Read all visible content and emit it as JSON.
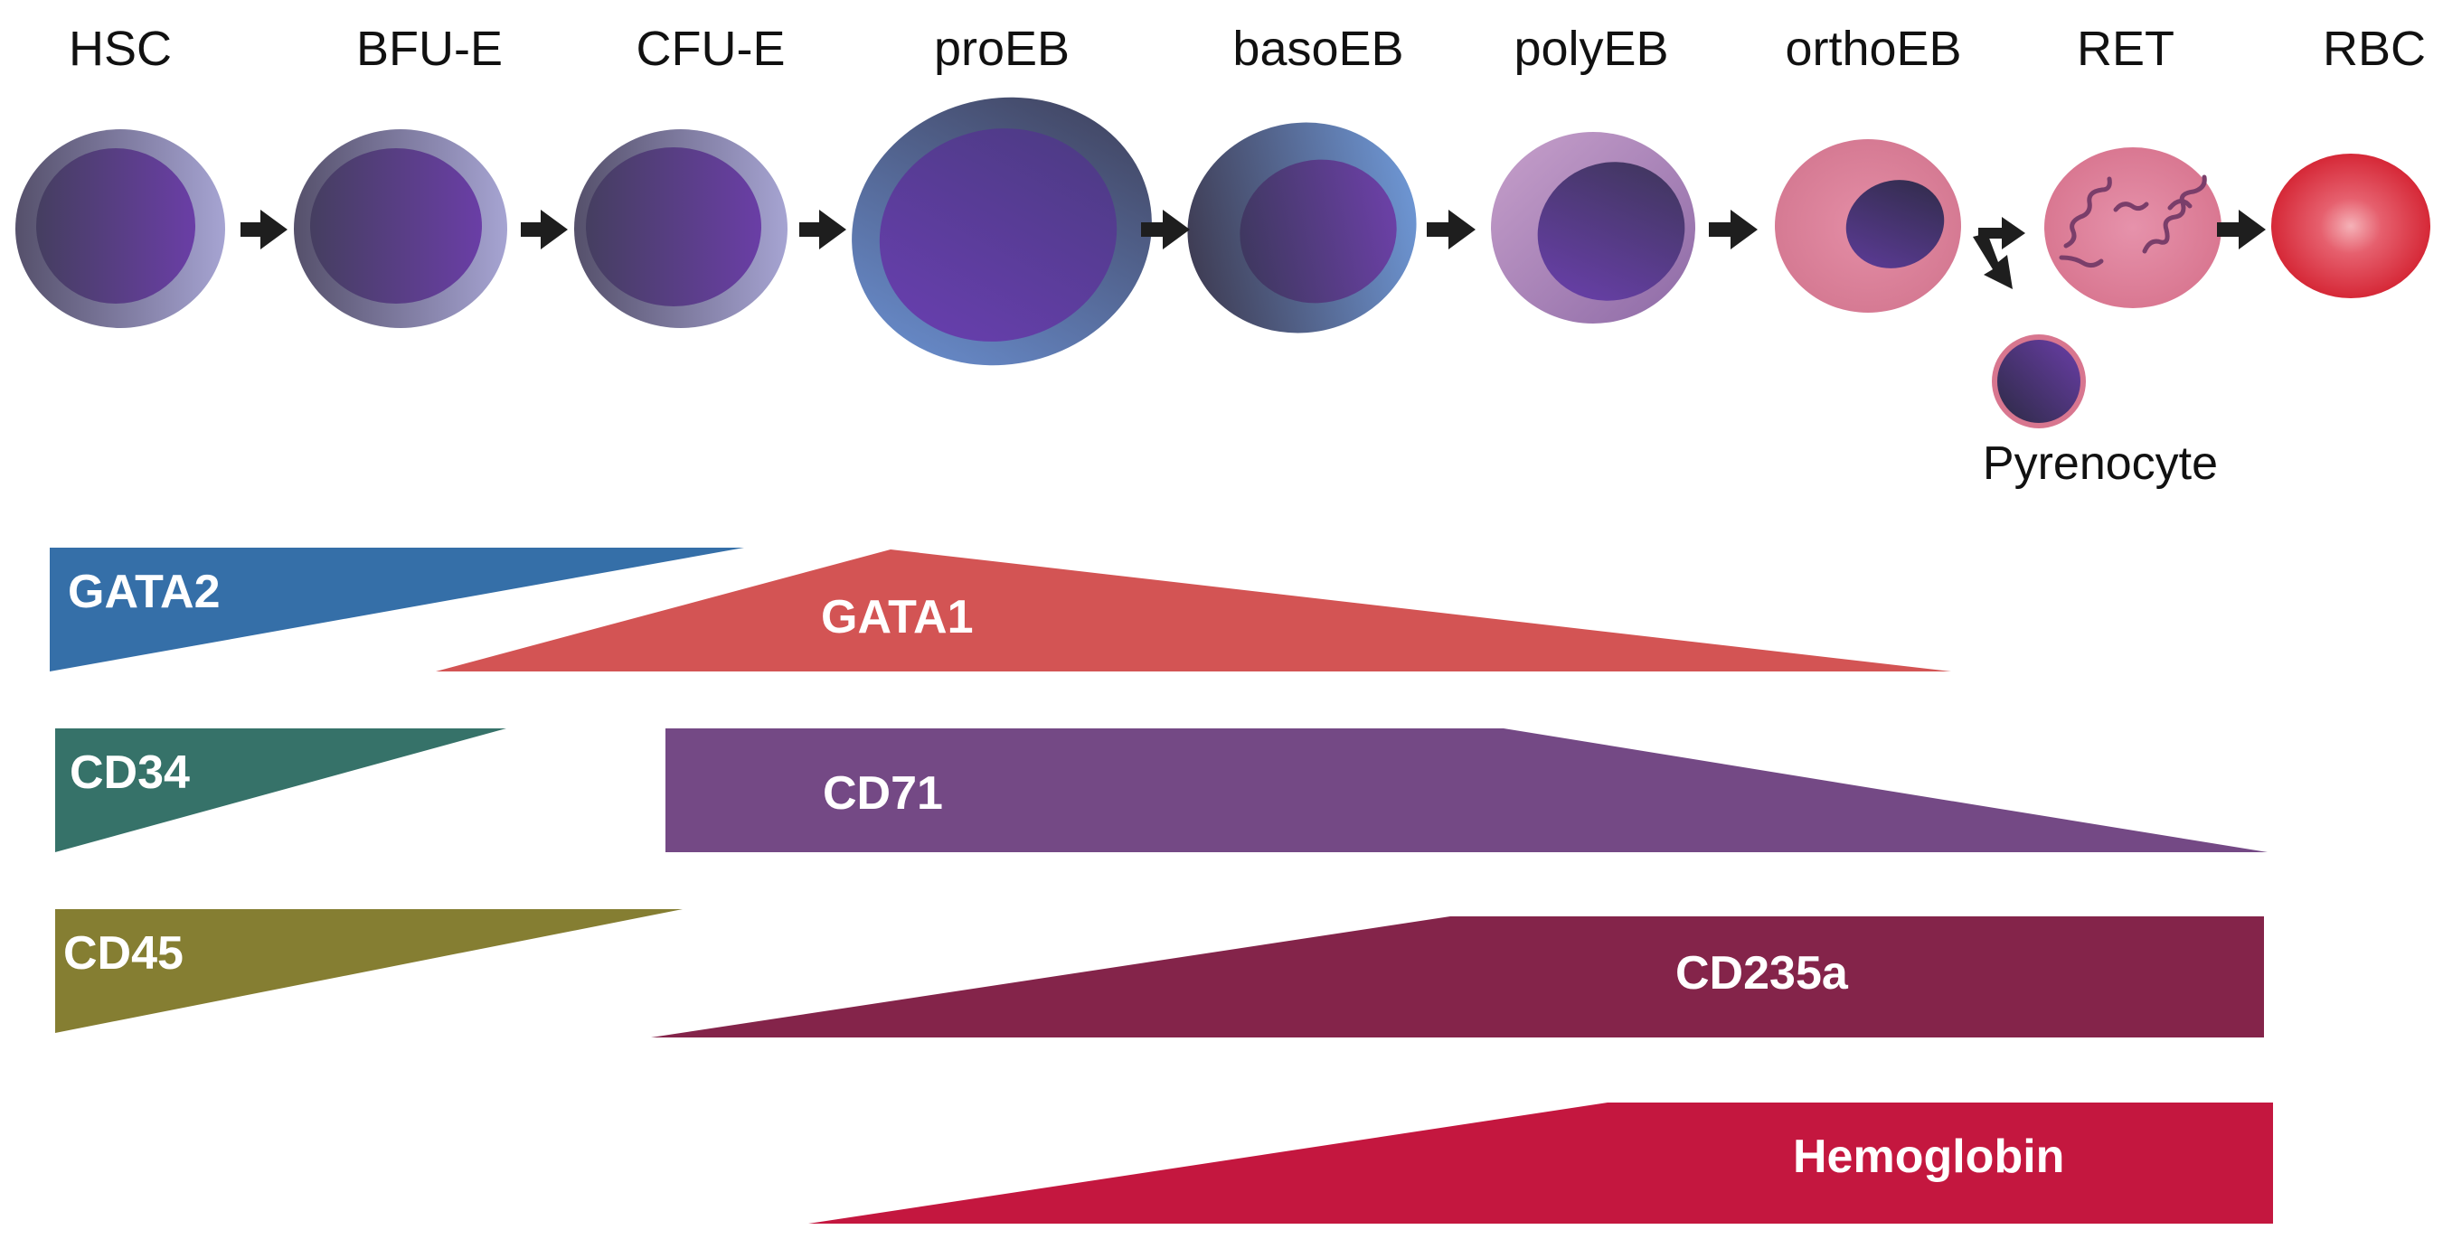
{
  "stages": {
    "hsc": "HSC",
    "bfue": "BFU-E",
    "cfue": "CFU-E",
    "proeb": "proEB",
    "basoeb": "basoEB",
    "polyeb": "polyEB",
    "orthoeb": "orthoEB",
    "ret": "RET",
    "rbc": "RBC"
  },
  "pyrenocyte": "Pyrenocyte",
  "markers": {
    "gata2": {
      "label": "GATA2",
      "color": "#356fa8"
    },
    "gata1": {
      "label": "GATA1",
      "color": "#d35454"
    },
    "cd34": {
      "label": "CD34",
      "color": "#367269"
    },
    "cd71": {
      "label": "CD71",
      "color": "#744985"
    },
    "cd45": {
      "label": "CD45",
      "color": "#857e32"
    },
    "cd235a": {
      "label": "CD235a",
      "color": "#84244a"
    },
    "hemoglobin": {
      "label": "Hemoglobin",
      "color": "#c4173f"
    }
  }
}
